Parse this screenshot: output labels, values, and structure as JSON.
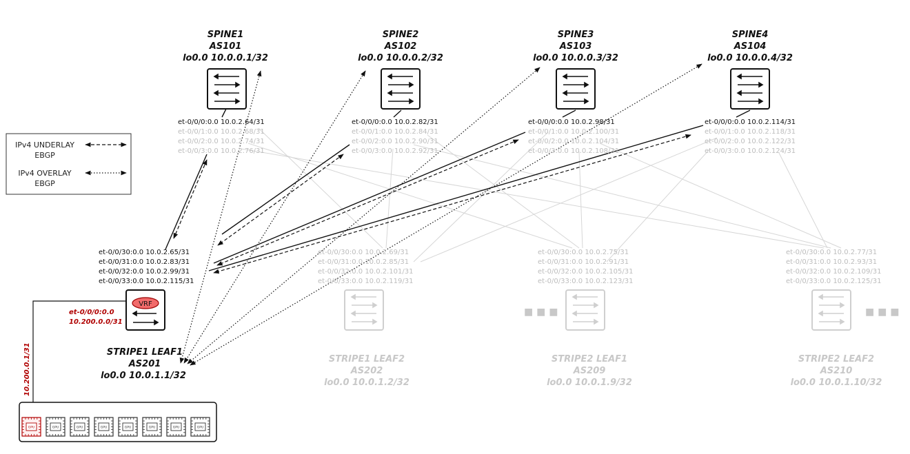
{
  "spines": [
    {
      "name": "SPINE1",
      "as": "AS101",
      "lo": "lo0.0 10.0.0.1/32",
      "ifs": [
        "et-0/0/0:0.0  10.0.2.64/31",
        "et-0/0/1:0.0  10.0.2.68/31",
        "et-0/0/2:0.0  10.0.2.74/31",
        "et-0/0/3:0.0  10.0.2.76/31"
      ]
    },
    {
      "name": "SPINE2",
      "as": "AS102",
      "lo": "lo0.0 10.0.0.2/32",
      "ifs": [
        "et-0/0/0:0.0  10.0.2.82/31",
        "et-0/0/1:0.0  10.0.2.84/31",
        "et-0/0/2:0.0  10.0.2.90/31",
        "et-0/0/3:0.0  10.0.2.92/31"
      ]
    },
    {
      "name": "SPINE3",
      "as": "AS103",
      "lo": "lo0.0 10.0.0.3/32",
      "ifs": [
        "et-0/0/0:0.0  10.0.2.98/31",
        "et-0/0/1:0.0  10.0.2.100/31",
        "et-0/0/2:0.0  10.0.2.104/31",
        "et-0/0/3:0.0  10.0.2.108/31"
      ]
    },
    {
      "name": "SPINE4",
      "as": "AS104",
      "lo": "lo0.0 10.0.0.4/32",
      "ifs": [
        "et-0/0/0:0.0  10.0.2.114/31",
        "et-0/0/1:0.0  10.0.2.118/31",
        "et-0/0/2:0.0  10.0.2.122/31",
        "et-0/0/3:0.0  10.0.2.124/31"
      ]
    }
  ],
  "leaves": [
    {
      "name": "STRIPE1 LEAF1",
      "as": "AS201",
      "lo": "lo0.0 10.0.1.1/32",
      "ifs": [
        "et-0/0/30:0.0  10.0.2.65/31",
        "et-0/0/31:0.0  10.0.2.83/31",
        "et-0/0/32:0.0  10.0.2.99/31",
        "et-0/0/33:0.0  10.0.2.115/31"
      ]
    },
    {
      "name": "STRIPE1 LEAF2",
      "as": "AS202",
      "lo": "lo0.0 10.0.1.2/32",
      "ifs": [
        "et-0/0/30:0.0  10.0.2.69/31",
        "et-0/0/31:0.0  10.0.2.85/31",
        "et-0/0/32:0.0  10.0.2.101/31",
        "et-0/0/33:0.0  10.0.2.119/31"
      ]
    },
    {
      "name": "STRIPE2 LEAF1",
      "as": "AS209",
      "lo": "lo0.0 10.0.1.9/32",
      "ifs": [
        "et-0/0/30:0.0  10.0.2.75/31",
        "et-0/0/31:0.0  10.0.2.91/31",
        "et-0/0/32:0.0  10.0.2.105/31",
        "et-0/0/33:0.0  10.0.2.123/31"
      ]
    },
    {
      "name": "STRIPE2 LEAF2",
      "as": "AS210",
      "lo": "lo0.0 10.0.1.10/32",
      "ifs": [
        "et-0/0/30:0.0  10.0.2.77/31",
        "et-0/0/31:0.0  10.0.2.93/31",
        "et-0/0/32:0.0  10.0.2.109/31",
        "et-0/0/33:0.0  10.0.2.125/31"
      ]
    }
  ],
  "legend": {
    "underlay": [
      "IPv4 UNDERLAY",
      "EBGP"
    ],
    "overlay": [
      "IPv4 OVERLAY",
      "EBGP"
    ]
  },
  "vrf": {
    "badge": "VRF",
    "if_name": "et-0/0/0:0.0",
    "if_ip": "10.200.0.0/31"
  },
  "server": {
    "link_ip": "10.200.0.1/31",
    "gpu_label": "GPU",
    "gpu_count": 8
  },
  "ellipsis": "■ ■ ■",
  "colors": {
    "accent_red": "#b00000",
    "vrf_fill": "#f26b6b",
    "dim_gray": "#c8c8c8"
  }
}
